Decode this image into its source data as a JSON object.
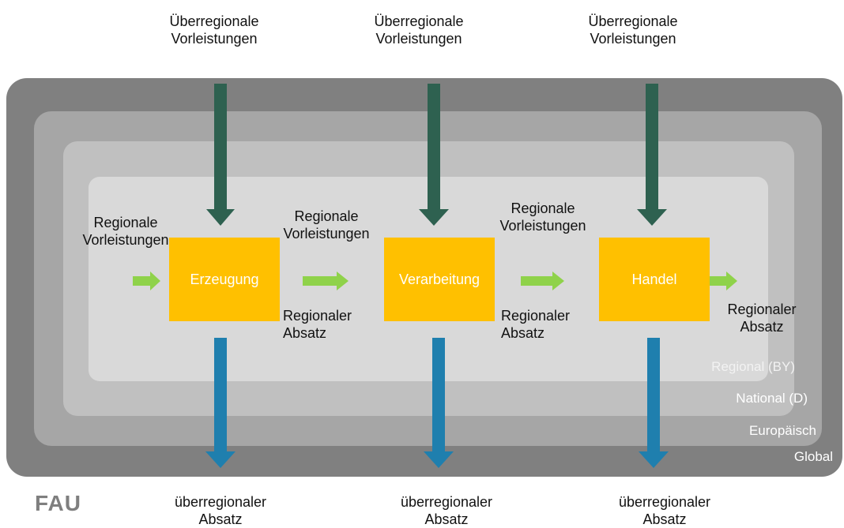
{
  "top_inputs": {
    "label": "Überregionale Vorleistungen",
    "line1": "Überregionale",
    "line2": "Vorleistungen"
  },
  "regional_input": {
    "line1": "Regionale",
    "line2": "Vorleistungen"
  },
  "regional_output": {
    "line1": "Regionaler",
    "line2": "Absatz"
  },
  "bottom_outputs": {
    "line1": "überregionaler",
    "line2": "Absatz"
  },
  "stages": {
    "production": "Erzeugung",
    "processing": "Verarbeitung",
    "trade": "Handel"
  },
  "scopes": {
    "regional": "Regional (BY)",
    "national": "National (D)",
    "european": "Europäisch",
    "global": "Global"
  },
  "logo": "FAU",
  "colors": {
    "stage_box": "#ffc000",
    "input_arrow": "#2e6150",
    "output_arrow": "#1f7fae",
    "flow_arrow": "#8fd24a",
    "global": "#808080",
    "european": "#a6a6a6",
    "national": "#c0c0c0",
    "regional": "#d9d9d9"
  }
}
